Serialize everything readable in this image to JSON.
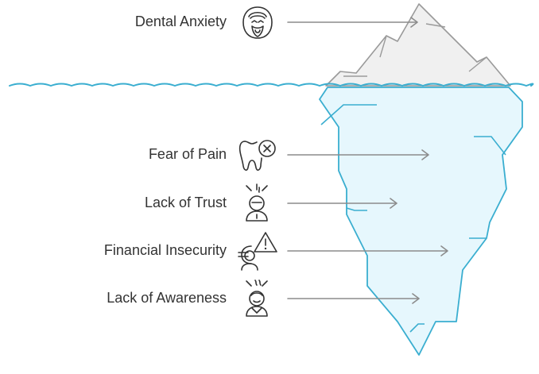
{
  "colors": {
    "water_line": "#3aaed0",
    "underwater_fill": "#e6f7fd",
    "tip_fill": "#f0f0f0",
    "tip_outline": "#9a9a9a",
    "arrow": "#8c8c8c",
    "icon_stroke": "#333333",
    "label_text": "#333333"
  },
  "above_water": {
    "label": "Dental Anxiety",
    "icon": "smiling-tooth-face-icon"
  },
  "below_water": [
    {
      "label": "Fear of Pain",
      "icon": "tooth-with-x-icon"
    },
    {
      "label": "Lack of Trust",
      "icon": "doubtful-person-icon"
    },
    {
      "label": "Financial Insecurity",
      "icon": "currency-warning-icon"
    },
    {
      "label": "Lack of Awareness",
      "icon": "confused-person-icon"
    }
  ]
}
